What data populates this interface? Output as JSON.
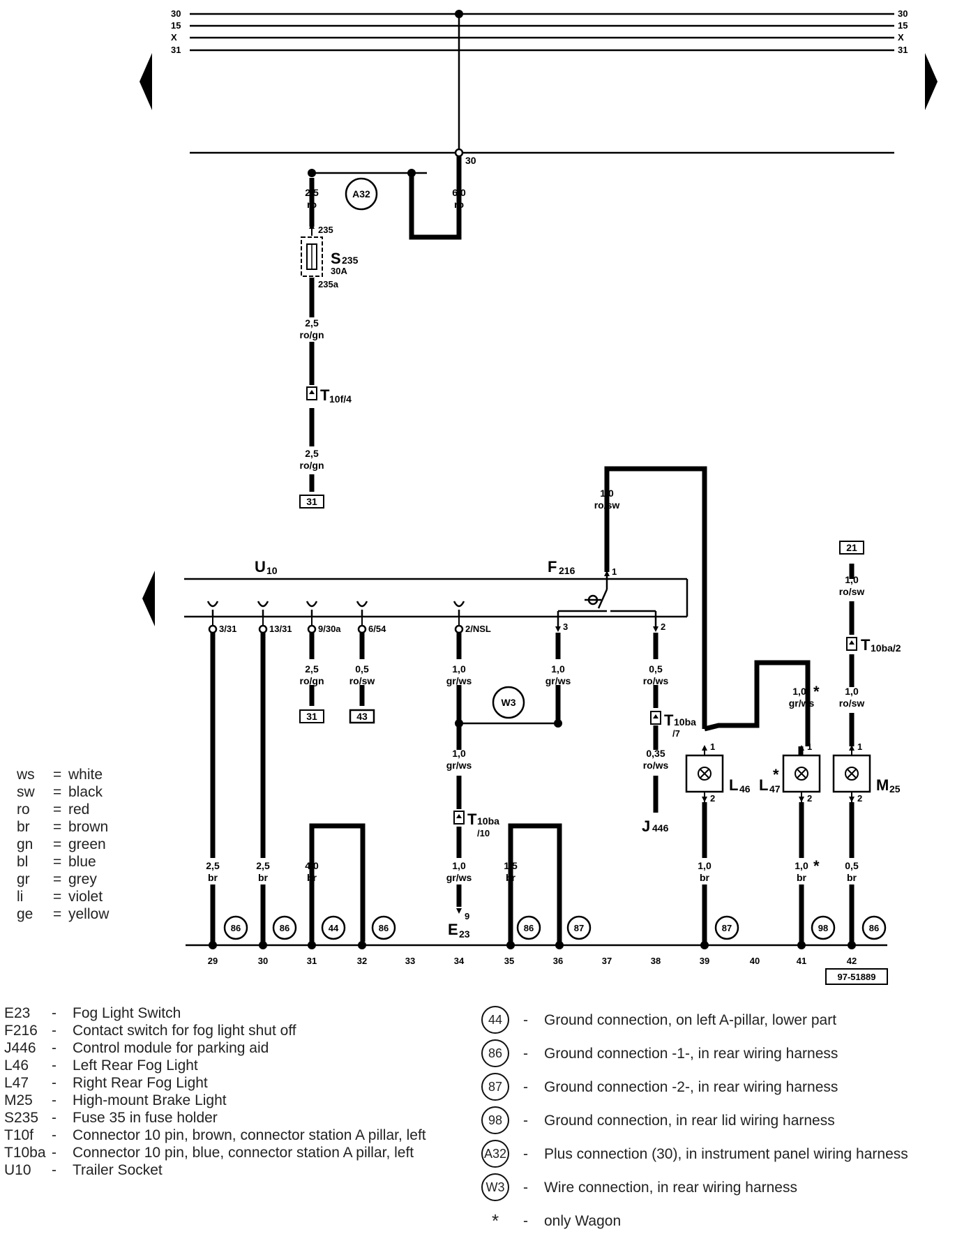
{
  "rails": {
    "left": [
      "30",
      "15",
      "X",
      "31"
    ],
    "right": [
      "30",
      "15",
      "X",
      "31"
    ]
  },
  "fuse": {
    "name": "S",
    "sub": "235",
    "rating": "30A",
    "pin_in": "235",
    "pin_out": "235a"
  },
  "junction_30": "30",
  "wires": {
    "w1": [
      "2,5",
      "ro"
    ],
    "w2": [
      "6,0",
      "ro"
    ],
    "w3": [
      "2,5",
      "ro/gn"
    ],
    "w4": [
      "2,5",
      "ro/gn"
    ],
    "w5": [
      "1,0",
      "ro/sw"
    ],
    "w6": [
      "2,5",
      "ro/gn"
    ],
    "w7": [
      "0,5",
      "ro/sw"
    ],
    "w8": [
      "1,0",
      "gr/ws"
    ],
    "w9": [
      "1,0",
      "gr/ws"
    ],
    "w10": [
      "0,5",
      "ro/ws"
    ],
    "w11": [
      "1,0",
      "gr/ws"
    ],
    "w12": [
      "0,35",
      "ro/ws"
    ],
    "w13": [
      "1,0",
      "gr/ws"
    ],
    "w14": [
      "1,0",
      "gr/ws"
    ],
    "w15": [
      "1,0",
      "ro/sw"
    ],
    "w16": [
      "1,0",
      "ro/sw"
    ],
    "w17": [
      "2,5",
      "br"
    ],
    "w18": [
      "2,5",
      "br"
    ],
    "w19": [
      "4,0",
      "br"
    ],
    "w20": [
      "1,5",
      "br"
    ],
    "w21": [
      "1,0",
      "br"
    ],
    "w22": [
      "1,0",
      "br"
    ],
    "w23": [
      "0,5",
      "br"
    ]
  },
  "star": "*",
  "connectors": {
    "t10f4": [
      "T",
      "10f/4"
    ],
    "t10ba7": [
      "T",
      "10ba",
      "/7"
    ],
    "t10ba10": [
      "T",
      "10ba",
      "/10"
    ],
    "t10ba2": [
      "T",
      "10ba/2"
    ]
  },
  "boxes": {
    "b31a": "31",
    "b31b": "31",
    "b43": "43",
    "b21": "21"
  },
  "circles": {
    "a32": "A32",
    "w3": "W3",
    "g1": "86",
    "g2": "86",
    "g3": "44",
    "g4": "86",
    "g5": "86",
    "g6": "87",
    "g7": "87",
    "g8": "98",
    "g9": "86"
  },
  "trailer": {
    "name": "U",
    "sub": "10",
    "pins": [
      "3/31",
      "13/31",
      "9/30a",
      "6/54",
      "2/NSL"
    ]
  },
  "f216": {
    "name": "F",
    "sub": "216",
    "pins": [
      "1",
      "3",
      "2"
    ]
  },
  "lamps": {
    "l46": {
      "name": "L",
      "sub": "46",
      "p1": "1",
      "p2": "2"
    },
    "l47": {
      "name": "L",
      "sub": "47",
      "p1": "1",
      "p2": "2"
    },
    "m25": {
      "name": "M",
      "sub": "25",
      "p1": "1",
      "p2": "2"
    }
  },
  "e23": {
    "name": "E",
    "sub": "23",
    "pin": "9"
  },
  "j446": {
    "name": "J",
    "sub": "446"
  },
  "positions": [
    "29",
    "30",
    "31",
    "32",
    "33",
    "34",
    "35",
    "36",
    "37",
    "38",
    "39",
    "40",
    "41",
    "42"
  ],
  "ref_number": "97-51889",
  "color_legend": [
    {
      "code": "ws",
      "name": "white"
    },
    {
      "code": "sw",
      "name": "black"
    },
    {
      "code": "ro",
      "name": "red"
    },
    {
      "code": "br",
      "name": "brown"
    },
    {
      "code": "gn",
      "name": "green"
    },
    {
      "code": "bl",
      "name": "blue"
    },
    {
      "code": "gr",
      "name": "grey"
    },
    {
      "code": "li",
      "name": "violet"
    },
    {
      "code": "ge",
      "name": "yellow"
    }
  ],
  "components": [
    {
      "code": "E23",
      "desc": "Fog Light Switch"
    },
    {
      "code": "F216",
      "desc": "Contact switch for fog light shut off"
    },
    {
      "code": "J446",
      "desc": "Control module for parking aid"
    },
    {
      "code": "L46",
      "desc": "Left Rear Fog Light"
    },
    {
      "code": "L47",
      "desc": "Right Rear Fog Light"
    },
    {
      "code": "M25",
      "desc": "High-mount Brake Light"
    },
    {
      "code": "S235",
      "desc": "Fuse 35 in fuse holder"
    },
    {
      "code": "T10f",
      "desc": "Connector 10 pin, brown, connector station A pillar, left"
    },
    {
      "code": "T10ba",
      "desc": "Connector 10 pin, blue, connector station A pillar, left"
    },
    {
      "code": "U10",
      "desc": "Trailer Socket"
    }
  ],
  "ground_legend": [
    {
      "id": "44",
      "desc": "Ground connection, on left A-pillar, lower part"
    },
    {
      "id": "86",
      "desc": "Ground connection -1-, in rear wiring harness"
    },
    {
      "id": "87",
      "desc": "Ground connection -2-, in rear wiring harness"
    },
    {
      "id": "98",
      "desc": "Ground connection, in rear lid wiring harness"
    },
    {
      "id": "A32",
      "desc": "Plus connection (30), in instrument panel wiring harness"
    },
    {
      "id": "W3",
      "desc": "Wire connection, in rear wiring harness"
    }
  ],
  "footnote": {
    "symbol": "*",
    "desc": "only Wagon"
  }
}
